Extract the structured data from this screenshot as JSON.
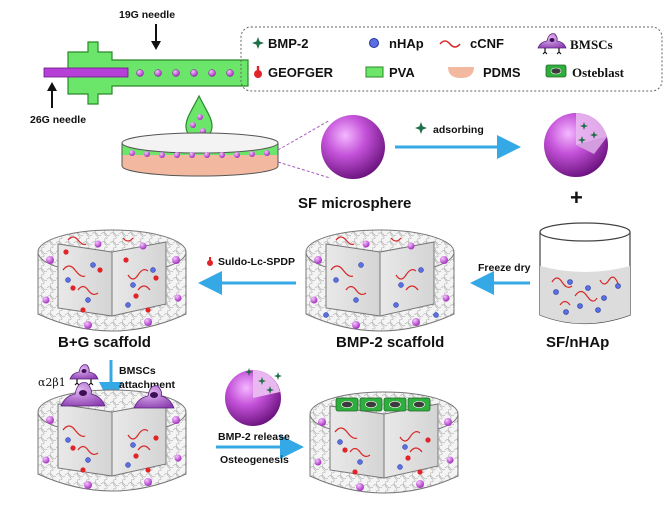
{
  "legend": {
    "bmp2": "BMP-2",
    "nhap": "nHAp",
    "ccnf": "cCNF",
    "bmscs": "BMSCs",
    "geofger": "GEOFGER",
    "pva": "PVA",
    "pdms": "PDMS",
    "osteoblast": "Osteblast"
  },
  "needles": {
    "outer": "19G needle",
    "inner": "26G needle"
  },
  "steps": {
    "adsorbing": "adsorbing",
    "freeze_dry": "Freeze dry",
    "crosslinker": "Suldo-Lc-SPDP",
    "bmscs_attach_1": "BMSCs",
    "bmscs_attach_2": "attachment",
    "integrin": "α2β1",
    "release_1": "BMP-2 release",
    "release_2": "Osteogenesis",
    "plus": "+"
  },
  "labels": {
    "microsphere": "SF microsphere",
    "bg_scaffold": "B+G scaffold",
    "bmp_scaffold": "BMP-2 scaffold",
    "sf_nhap": "SF/nHAp"
  },
  "colors": {
    "sphere": "#b33fcf",
    "bmp2": "#1e6f47",
    "nhap": "#5a6fe0",
    "ccnf": "#d72828",
    "geofger": "#e0242a",
    "pva": "#6ce66a",
    "pdms": "#f2b8a0",
    "arrow": "#35a8e6",
    "cell": "#a35ac6"
  }
}
